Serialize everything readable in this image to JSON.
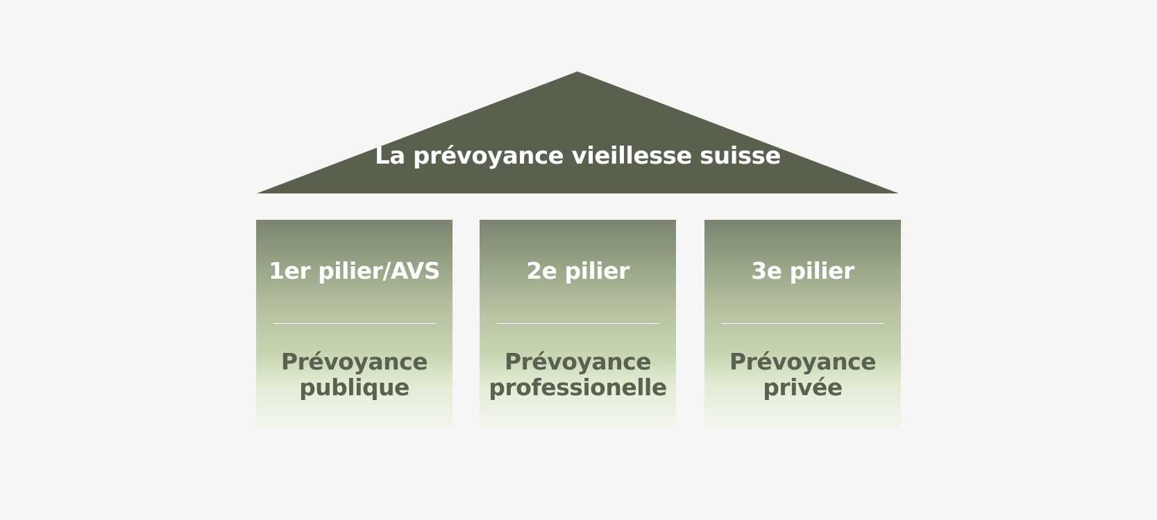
{
  "roof": {
    "title": "La prévoyance vieillesse suisse",
    "color": "#5a604e"
  },
  "pillars": [
    {
      "title": "1er pilier/AVS",
      "subtitle_line1": "Prévoyance",
      "subtitle_line2": "publique"
    },
    {
      "title": "2e pilier",
      "subtitle_line1": "Prévoyance",
      "subtitle_line2": "professionelle"
    },
    {
      "title": "3e pilier",
      "subtitle_line1": "Prévoyance",
      "subtitle_line2": "privée"
    }
  ],
  "colors": {
    "background": "#f6f6f6",
    "title_text": "#ffffff",
    "subtitle_text": "#5a6150"
  }
}
